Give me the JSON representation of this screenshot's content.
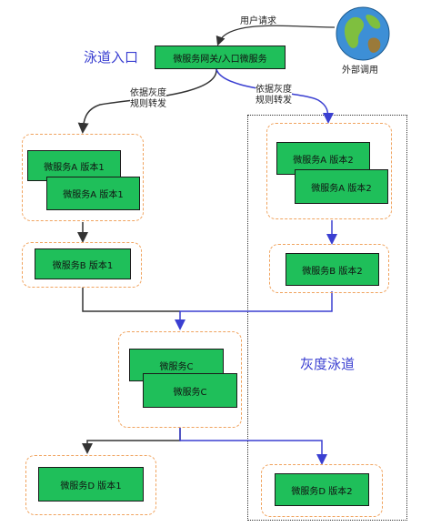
{
  "entry": {
    "lane_label": "泳道入口",
    "gateway": "微服务网关/入口微服务",
    "user_request": "用户请求",
    "external_call": "外部调用"
  },
  "routing": {
    "left_rule": [
      "依据灰度",
      "规则转发"
    ],
    "right_rule": [
      "依据灰度",
      "规则转发"
    ]
  },
  "gray_lane_label": "灰度泳道",
  "left": {
    "a_v1_top": "微服务A 版本1",
    "a_v1_bottom": "微服务A 版本1",
    "b_v1": "微服务B 版本1",
    "d_v1": "微服务D 版本1"
  },
  "right": {
    "a_v2_top": "微服务A 版本2",
    "a_v2_bottom": "微服务A 版本2",
    "b_v2": "微服务B 版本2",
    "d_v2": "微服务D 版本2"
  },
  "center": {
    "c_top": "微服务C",
    "c_bottom": "微服务C"
  },
  "colors": {
    "service_green": "#1fbf5a",
    "group_border": "#f0a35e",
    "blue": "#3a3fd1",
    "dark": "#333333"
  }
}
